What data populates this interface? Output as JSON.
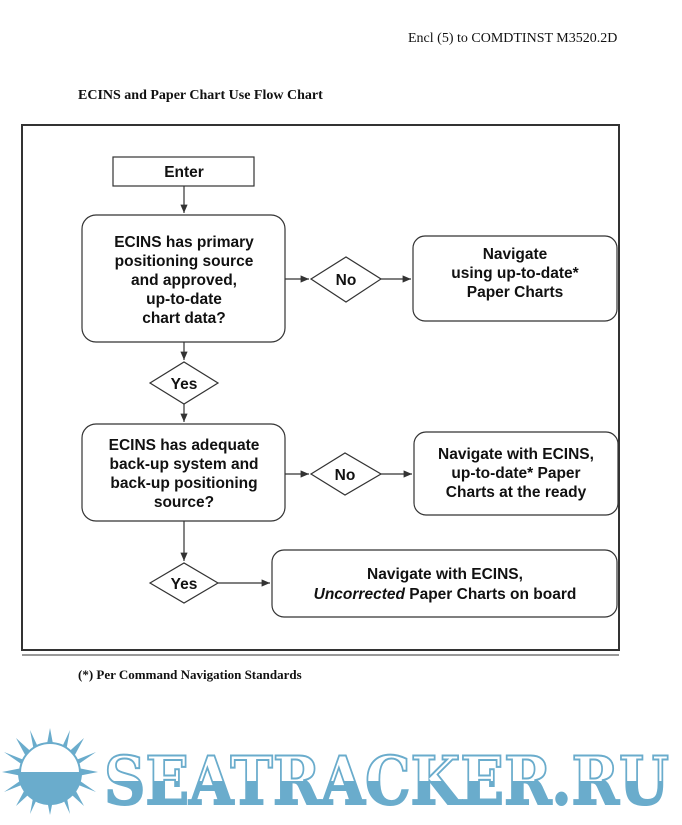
{
  "header": {
    "enclosure": "Encl (5) to COMDTINST M3520.2D"
  },
  "title": "ECINS and Paper Chart Use Flow Chart",
  "flow": {
    "enter": "Enter",
    "q1": [
      "ECINS has primary",
      "positioning source",
      "and approved,",
      "up-to-date",
      "chart data?"
    ],
    "no1": "No",
    "r1": [
      "Navigate",
      "using up-to-date*",
      "Paper Charts"
    ],
    "yes1": "Yes",
    "q2": [
      "ECINS has adequate",
      "back-up system and",
      "back-up positioning",
      "source?"
    ],
    "no2": "No",
    "r2": [
      "Navigate with ECINS,",
      "up-to-date* Paper",
      "Charts at the ready"
    ],
    "yes2": "Yes",
    "r3_line1": "Navigate with ECINS,",
    "r3_italic": "Uncorrected",
    "r3_rest": " Paper Charts on board"
  },
  "footnote": "(*)  Per Command Navigation Standards",
  "watermark": {
    "text": "SEATRACKER.RU",
    "color": "#6aaccc",
    "icon": "sun-over-sea-icon"
  }
}
